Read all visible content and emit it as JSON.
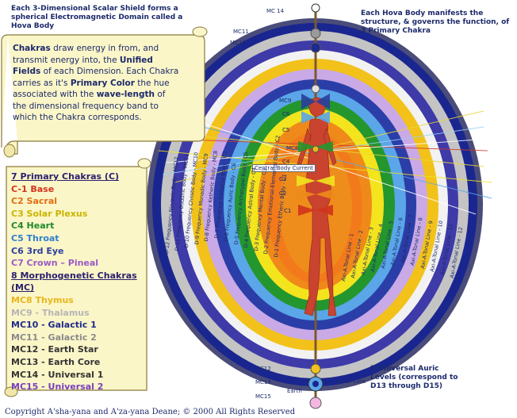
{
  "header": {
    "left_note": "Each 3-Dimensional Scalar Shield forms a spherical Electromagnetic Domain called a Hova Body",
    "right_note": "Each Hova Body manifests the structure, & governs the function, of 3 Primary Chakra"
  },
  "chakra_note": {
    "p1": "Chakras",
    "p2": " draw energy in from, and transmit energy into, the ",
    "p3": "Unified Fields",
    "p4": " of each Dimension. Each Chakra carries as it's ",
    "p5": "Primary Color",
    "p6": " the hue associated with the ",
    "p7": "wave-length",
    "p8": " of the dimensional frequency band to which the Chakra corresponds."
  },
  "legend": {
    "primary_heading": "7 Primary Chakras (C)",
    "primary": [
      {
        "label": "C-1 Base",
        "color": "#d2331c"
      },
      {
        "label": "C2  Sacral",
        "color": "#e26d12"
      },
      {
        "label": "C3  Solar Plexus",
        "color": "#c9b400"
      },
      {
        "label": "C4  Heart",
        "color": "#1f8a2a"
      },
      {
        "label": "C5  Throat",
        "color": "#2f7fd0"
      },
      {
        "label": "C6  3rd Eye",
        "color": "#2b3e9e"
      },
      {
        "label": "C7  Crown – Pineal",
        "color": "#9a5ac8"
      }
    ],
    "mc_heading": "8 Morphogenetic Chakras (MC)",
    "mc": [
      {
        "label": "MC8    Thymus",
        "color": "#e7b61a"
      },
      {
        "label": "MC9  - Thalamus",
        "color": "#b5b5b5"
      },
      {
        "label": "MC10 - Galactic 1",
        "color": "#1e2a8c"
      },
      {
        "label": "MC11 - Galactic 2",
        "color": "#8a8a8a"
      },
      {
        "label": "MC12 - Earth Star",
        "color": "#333333"
      },
      {
        "label": "MC13 - Earth Core",
        "color": "#333333"
      },
      {
        "label": "MC14 - Universal 1",
        "color": "#333333"
      },
      {
        "label": "MC15 - Universal 2",
        "color": "#7a3fc0"
      }
    ]
  },
  "diagram": {
    "central_label": "Central Body Current",
    "mc_markers": {
      "mc14": "MC 14",
      "mc11": "MC11",
      "mc10": "MC10",
      "mc9": "MC9",
      "mc8": "MC8",
      "mc12": "MC12",
      "mc13": "MC13",
      "mc15": "MC15",
      "earth": "Earth",
      "earth_core": "Earth Core"
    },
    "chakra_markers": {
      "c6": "C6",
      "c5": "C5",
      "c4": "C4",
      "c3": "C3",
      "c2": "C2",
      "c1": "C1"
    },
    "left_bands": [
      "D-12 Frequency Nirvanic Body - MC12",
      "D-11 Frequency Buddhic Body - MC11",
      "D-10 Frequency Christic Body - MC10",
      "D-9 Frequency Monadic Body - MC9",
      "D-8 Frequency Ketheric Body - MC8",
      "D-7 Frequency Celestial Body - C7",
      "D-6 Frequency Auric Body - C6",
      "D-5 Frequency Archetypal Body - C5",
      "D-4 Frequency Astral Body - C4",
      "D-3 Frequency Mental Body - C3",
      "D-2 Frequency Emotional-Elemental Body - C2",
      "D-1 Frequency Etheric Body - C1"
    ],
    "right_bands": [
      "Axi-A-Tonal Line - 12",
      "Axi-A-Tonal Line - 11",
      "Axi-A-Tonal Line - 10",
      "Axi-A-Tonal Line - 9",
      "Axi-A-Tonal Line - 8",
      "Axi-A-Tonal Line - 7",
      "Axi-A-Tonal Line - 6",
      "Axi-A-Tonal Line - 5",
      "Axi-A-Tonal Line - 4",
      "Axi-A-Tonal Line - 3",
      "Axi-A-Tonal Line - 2",
      "Axi-A-Tonal Line - 1"
    ]
  },
  "auric_note": "3 Universal Auric Levels (correspond to D13 through D15)",
  "copyright": "Copyright A'sha-yana and A'za-yana Deane; © 2000 All Rights Reserved"
}
